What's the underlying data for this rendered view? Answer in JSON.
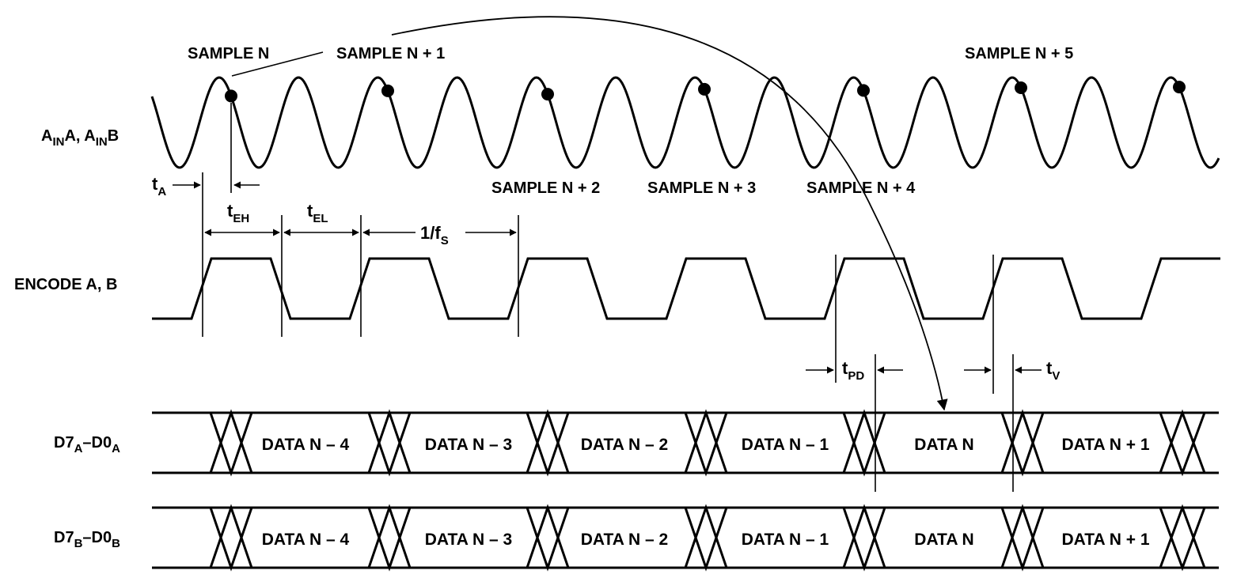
{
  "signals": {
    "ain": {
      "main1": "A",
      "sub1": "IN",
      "main2": "A, A",
      "sub2": "IN",
      "main3": "B"
    },
    "encode": "ENCODE A, B",
    "busA": {
      "main1": "D7",
      "sub1": "A",
      "main2": "–D0",
      "sub2": "A"
    },
    "busB": {
      "main1": "D7",
      "sub1": "B",
      "main2": "–D0",
      "sub2": "B"
    }
  },
  "samples": [
    "SAMPLE N",
    "SAMPLE N + 1",
    "SAMPLE N + 2",
    "SAMPLE N + 3",
    "SAMPLE N + 4",
    "SAMPLE N + 5"
  ],
  "timing": {
    "ta": {
      "main": "t",
      "sub": "A"
    },
    "teh": {
      "main": "t",
      "sub": "EH"
    },
    "tel": {
      "main": "t",
      "sub": "EL"
    },
    "fs": {
      "main": "1/f",
      "sub": "S"
    },
    "tpd": {
      "main": "t",
      "sub": "PD"
    },
    "tv": {
      "main": "t",
      "sub": "V"
    }
  },
  "data_words": [
    "DATA N – 4",
    "DATA N – 3",
    "DATA N – 2",
    "DATA N – 1",
    "DATA N",
    "DATA N + 1"
  ]
}
